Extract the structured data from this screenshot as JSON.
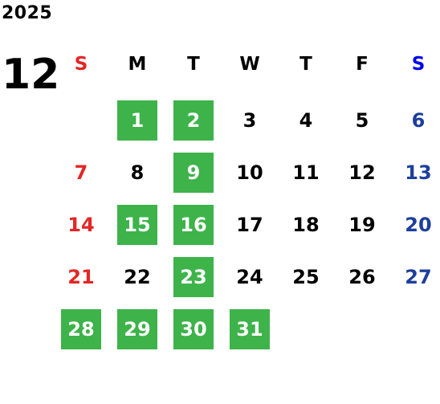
{
  "year": "2025",
  "month": "12",
  "weekdays": [
    "S",
    "M",
    "T",
    "W",
    "T",
    "F",
    "S"
  ],
  "colors": {
    "sunday": "#e32626",
    "saturday": "#1d3f9c",
    "saturday_header": "#0000ee",
    "highlight_bg": "#3db34a",
    "highlight_text": "#ffffff",
    "default_text": "#000000"
  },
  "weeks": [
    [
      null,
      "1",
      "2",
      "3",
      "4",
      "5",
      "6"
    ],
    [
      "7",
      "8",
      "9",
      "10",
      "11",
      "12",
      "13"
    ],
    [
      "14",
      "15",
      "16",
      "17",
      "18",
      "19",
      "20"
    ],
    [
      "21",
      "22",
      "23",
      "24",
      "25",
      "26",
      "27"
    ],
    [
      "28",
      "29",
      "30",
      "31",
      null,
      null,
      null
    ]
  ],
  "highlighted_days": [
    "1",
    "2",
    "9",
    "15",
    "16",
    "23",
    "28",
    "29",
    "30",
    "31"
  ]
}
